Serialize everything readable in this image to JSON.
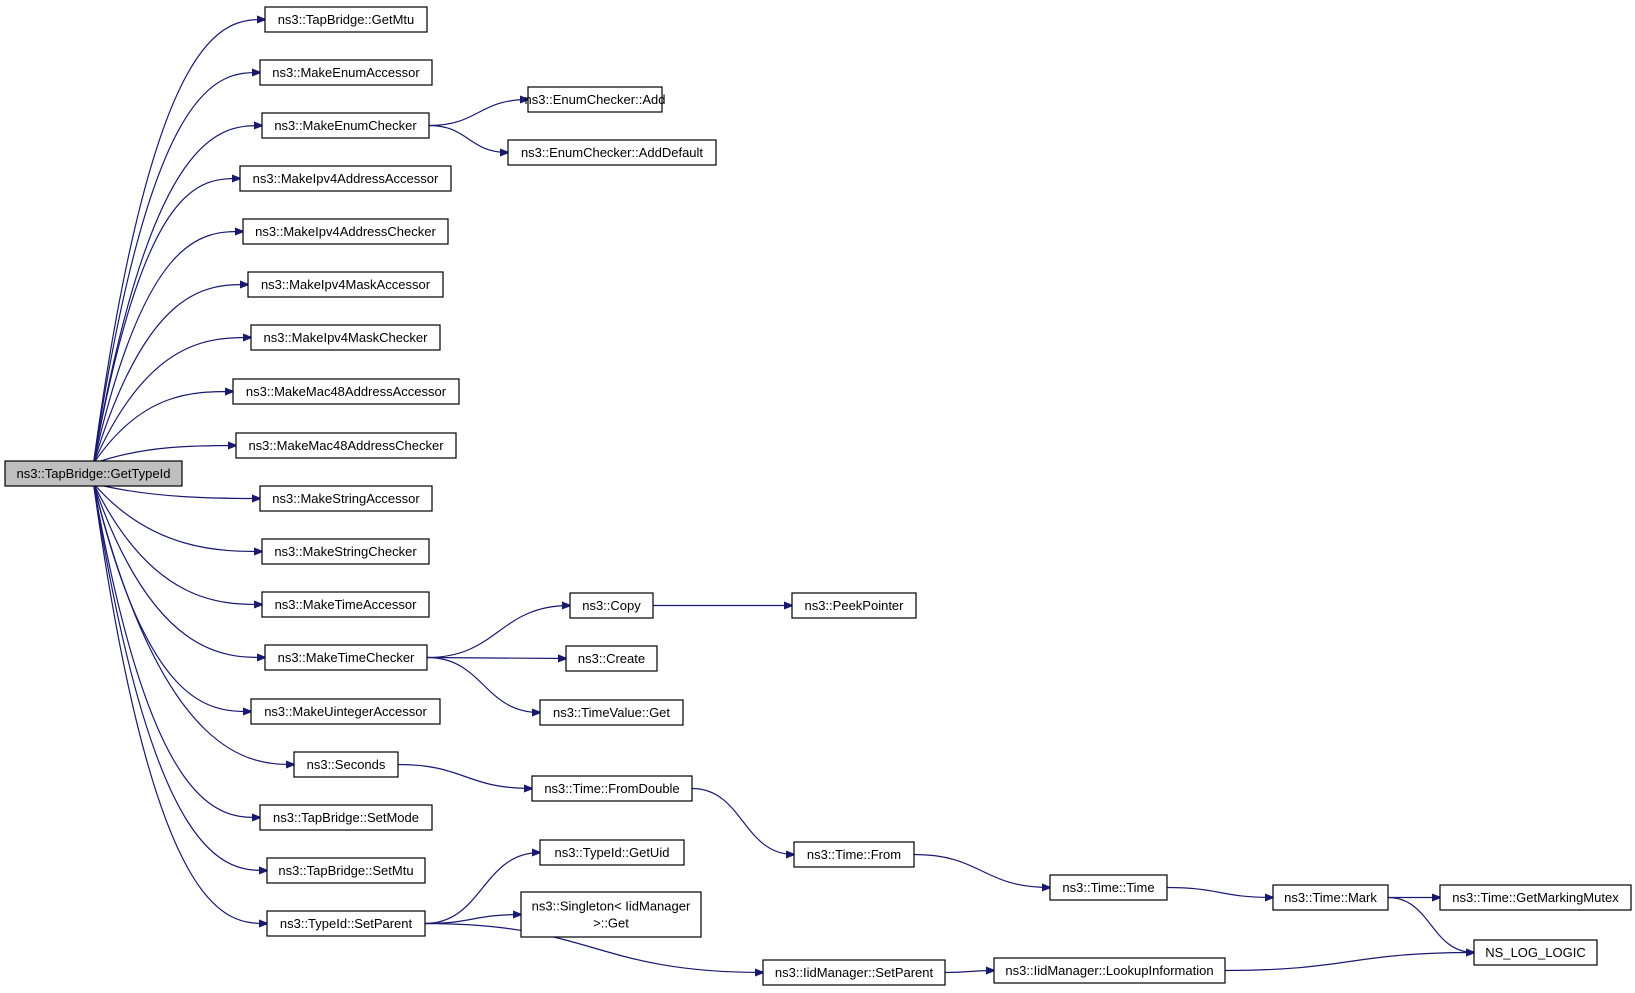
{
  "diagram": {
    "type": "call-graph",
    "colors": {
      "edge": "#191970",
      "root_fill": "#bfbfbf",
      "node_fill": "#ffffff",
      "border": "#000000"
    },
    "nodes": [
      {
        "id": "root",
        "label": [
          "ns3::TapBridge::GetTypeId"
        ],
        "root": true
      },
      {
        "id": "getmtu",
        "label": [
          "ns3::TapBridge::GetMtu"
        ]
      },
      {
        "id": "makeenumacc",
        "label": [
          "ns3::MakeEnumAccessor"
        ]
      },
      {
        "id": "makeenumchk",
        "label": [
          "ns3::MakeEnumChecker"
        ]
      },
      {
        "id": "ipv4addracc",
        "label": [
          "ns3::MakeIpv4AddressAccessor"
        ]
      },
      {
        "id": "ipv4addrchk",
        "label": [
          "ns3::MakeIpv4AddressChecker"
        ]
      },
      {
        "id": "ipv4maskacc",
        "label": [
          "ns3::MakeIpv4MaskAccessor"
        ]
      },
      {
        "id": "ipv4maskchk",
        "label": [
          "ns3::MakeIpv4MaskChecker"
        ]
      },
      {
        "id": "mac48acc",
        "label": [
          "ns3::MakeMac48AddressAccessor"
        ]
      },
      {
        "id": "mac48chk",
        "label": [
          "ns3::MakeMac48AddressChecker"
        ]
      },
      {
        "id": "stracc",
        "label": [
          "ns3::MakeStringAccessor"
        ]
      },
      {
        "id": "strchk",
        "label": [
          "ns3::MakeStringChecker"
        ]
      },
      {
        "id": "timeacc",
        "label": [
          "ns3::MakeTimeAccessor"
        ]
      },
      {
        "id": "timechk",
        "label": [
          "ns3::MakeTimeChecker"
        ]
      },
      {
        "id": "uintacc",
        "label": [
          "ns3::MakeUintegerAccessor"
        ]
      },
      {
        "id": "seconds",
        "label": [
          "ns3::Seconds"
        ]
      },
      {
        "id": "setmode",
        "label": [
          "ns3::TapBridge::SetMode"
        ]
      },
      {
        "id": "setmtu",
        "label": [
          "ns3::TapBridge::SetMtu"
        ]
      },
      {
        "id": "setparent",
        "label": [
          "ns3::TypeId::SetParent"
        ]
      },
      {
        "id": "enumadd",
        "label": [
          "ns3::EnumChecker::Add"
        ]
      },
      {
        "id": "enumadddef",
        "label": [
          "ns3::EnumChecker::AddDefault"
        ]
      },
      {
        "id": "copy",
        "label": [
          "ns3::Copy"
        ]
      },
      {
        "id": "peekptr",
        "label": [
          "ns3::PeekPointer"
        ]
      },
      {
        "id": "create",
        "label": [
          "ns3::Create"
        ]
      },
      {
        "id": "tvget",
        "label": [
          "ns3::TimeValue::Get"
        ]
      },
      {
        "id": "fromdouble",
        "label": [
          "ns3::Time::FromDouble"
        ]
      },
      {
        "id": "from",
        "label": [
          "ns3::Time::From"
        ]
      },
      {
        "id": "time",
        "label": [
          "ns3::Time::Time"
        ]
      },
      {
        "id": "mark",
        "label": [
          "ns3::Time::Mark"
        ]
      },
      {
        "id": "getmarkmutex",
        "label": [
          "ns3::Time::GetMarkingMutex"
        ]
      },
      {
        "id": "nslog",
        "label": [
          "NS_LOG_LOGIC"
        ]
      },
      {
        "id": "getuid",
        "label": [
          "ns3::TypeId::GetUid"
        ]
      },
      {
        "id": "singleton",
        "label": [
          "ns3::Singleton< IidManager",
          ">::Get"
        ]
      },
      {
        "id": "iidsetparent",
        "label": [
          "ns3::IidManager::SetParent"
        ]
      },
      {
        "id": "lookupinfo",
        "label": [
          "ns3::IidManager::LookupInformation"
        ]
      }
    ],
    "edges": [
      [
        "root",
        "getmtu"
      ],
      [
        "root",
        "makeenumacc"
      ],
      [
        "root",
        "makeenumchk"
      ],
      [
        "root",
        "ipv4addracc"
      ],
      [
        "root",
        "ipv4addrchk"
      ],
      [
        "root",
        "ipv4maskacc"
      ],
      [
        "root",
        "ipv4maskchk"
      ],
      [
        "root",
        "mac48acc"
      ],
      [
        "root",
        "mac48chk"
      ],
      [
        "root",
        "stracc"
      ],
      [
        "root",
        "strchk"
      ],
      [
        "root",
        "timeacc"
      ],
      [
        "root",
        "timechk"
      ],
      [
        "root",
        "uintacc"
      ],
      [
        "root",
        "seconds"
      ],
      [
        "root",
        "setmode"
      ],
      [
        "root",
        "setmtu"
      ],
      [
        "root",
        "setparent"
      ],
      [
        "makeenumchk",
        "enumadd"
      ],
      [
        "makeenumchk",
        "enumadddef"
      ],
      [
        "timechk",
        "copy"
      ],
      [
        "timechk",
        "create"
      ],
      [
        "timechk",
        "tvget"
      ],
      [
        "copy",
        "peekptr"
      ],
      [
        "seconds",
        "fromdouble"
      ],
      [
        "fromdouble",
        "from"
      ],
      [
        "from",
        "time"
      ],
      [
        "time",
        "mark"
      ],
      [
        "mark",
        "getmarkmutex"
      ],
      [
        "mark",
        "nslog"
      ],
      [
        "setparent",
        "getuid"
      ],
      [
        "setparent",
        "singleton"
      ],
      [
        "setparent",
        "iidsetparent"
      ],
      [
        "iidsetparent",
        "lookupinfo"
      ],
      [
        "lookupinfo",
        "nslog"
      ]
    ]
  }
}
